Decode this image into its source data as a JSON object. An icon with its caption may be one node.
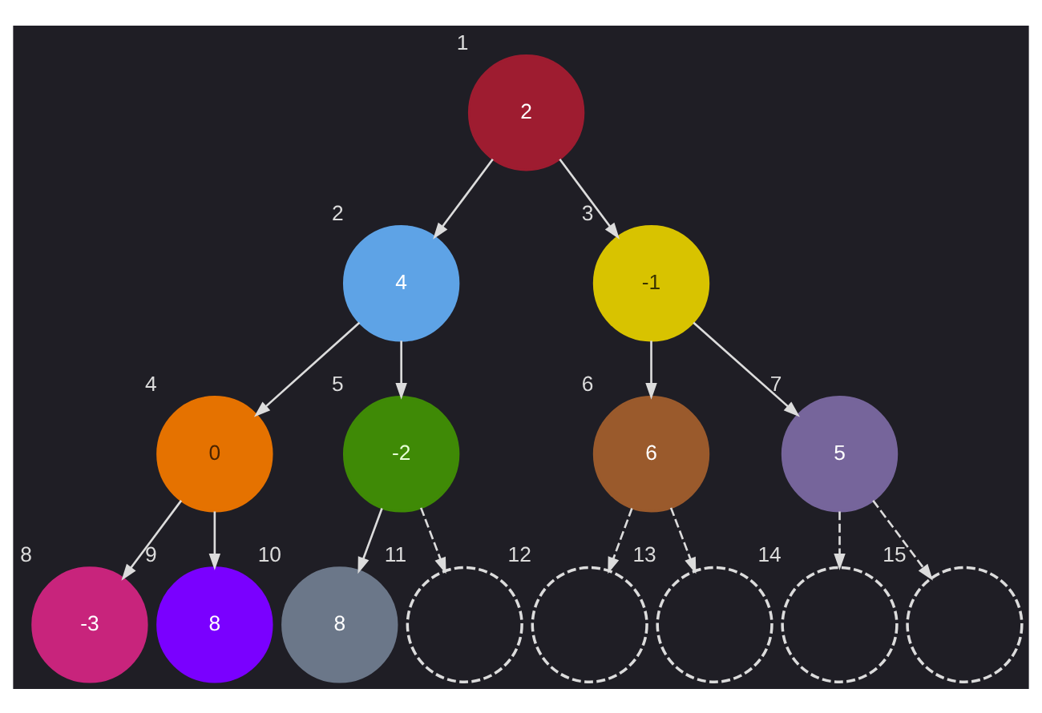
{
  "diagram": {
    "nodes": [
      {
        "text": [
          "2"
        ],
        "beside": [
          "1"
        ]
      },
      {
        "text": [
          "4"
        ],
        "beside": [
          "2"
        ]
      },
      {
        "text": [
          "-1"
        ],
        "beside": [
          "3"
        ]
      },
      {
        "text": [
          "0"
        ],
        "beside": [
          "4"
        ]
      },
      {
        "text": [
          "-2"
        ],
        "beside": [
          "5"
        ]
      },
      {
        "text": [
          "6"
        ],
        "beside": [
          "6"
        ]
      },
      {
        "text": [
          "5"
        ],
        "beside": [
          "7"
        ]
      },
      {
        "text": [
          "-3"
        ],
        "beside": [
          "8"
        ]
      },
      {
        "text": [
          "8"
        ],
        "beside": [
          "9"
        ]
      },
      {
        "text": [
          "8"
        ],
        "beside": [
          "10"
        ]
      },
      {
        "text": [],
        "shape": "circle",
        "beside": [
          "11"
        ]
      },
      {
        "text": [],
        "shape": "circle",
        "beside": [
          "12"
        ]
      },
      {
        "text": [],
        "shape": "circle",
        "beside": [
          "13"
        ]
      },
      {
        "text": [],
        "shape": "circle",
        "beside": [
          "14"
        ]
      },
      {
        "text": [],
        "shape": "circle",
        "beside": [
          "15"
        ]
      }
    ],
    "edges": [
      {
        "from": 0,
        "to": 1,
        "arrow": "to"
      },
      {
        "from": 0,
        "to": 2,
        "arrow": "to"
      },
      {
        "from": 1,
        "to": 3,
        "arrow": "to"
      },
      {
        "from": 1,
        "to": 4,
        "arrow": "to"
      },
      {
        "from": 2,
        "to": 5,
        "arrow": "to"
      },
      {
        "from": 2,
        "to": 6,
        "arrow": "to"
      },
      {
        "from": 3,
        "to": 7,
        "arrow": "to"
      },
      {
        "from": 3,
        "to": 8,
        "arrow": "to"
      },
      {
        "from": 4,
        "to": 9,
        "arrow": "to"
      },
      {
        "from": 4,
        "to": 10,
        "arrow": "to",
        "style": "dashed"
      },
      {
        "from": 5,
        "to": 11,
        "arrow": "to",
        "style": "dashed"
      },
      {
        "from": 5,
        "to": 12,
        "arrow": "to",
        "style": "dashed"
      },
      {
        "from": 6,
        "to": 13,
        "arrow": "to",
        "style": "dashed"
      },
      {
        "from": 6,
        "to": 14,
        "arrow": "to",
        "style": "dashed"
      }
    ]
  }
}
